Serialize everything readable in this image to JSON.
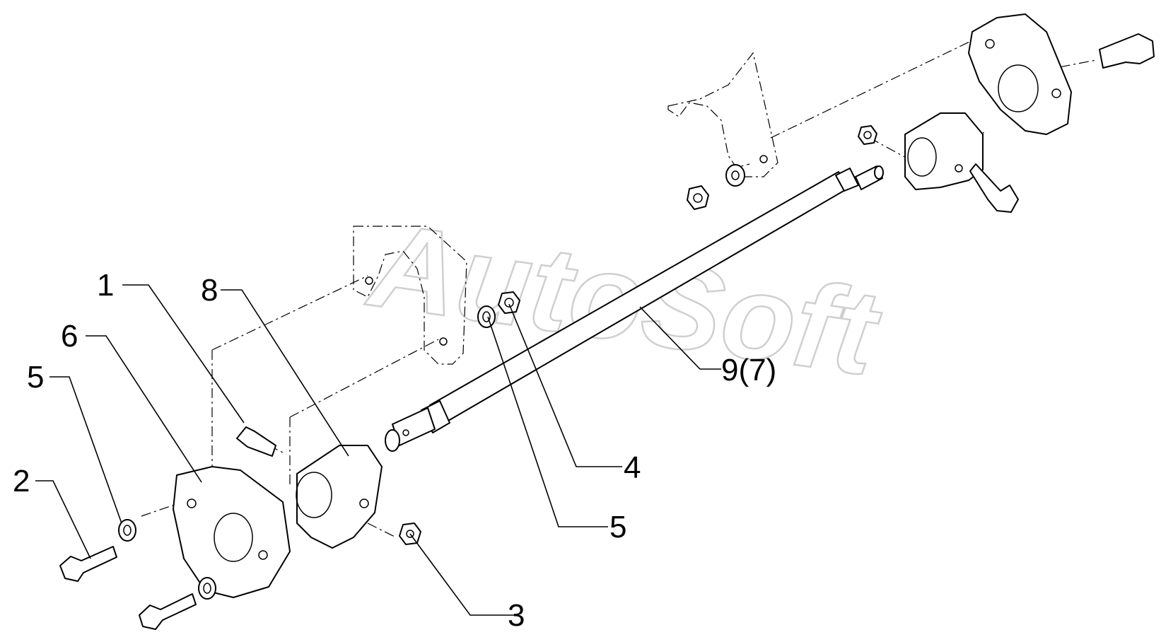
{
  "watermark": "AutoSoft",
  "callouts": [
    {
      "id": "c1",
      "label": "1"
    },
    {
      "id": "c8",
      "label": "8"
    },
    {
      "id": "c6",
      "label": "6"
    },
    {
      "id": "c5a",
      "label": "5"
    },
    {
      "id": "c2",
      "label": "2"
    },
    {
      "id": "c3",
      "label": "3"
    },
    {
      "id": "c4",
      "label": "4"
    },
    {
      "id": "c5b",
      "label": "5"
    },
    {
      "id": "c97",
      "label": "9(7)"
    }
  ],
  "colors": {
    "line": "#000000",
    "watermark": "#cfcfcf",
    "background": "#ffffff"
  }
}
